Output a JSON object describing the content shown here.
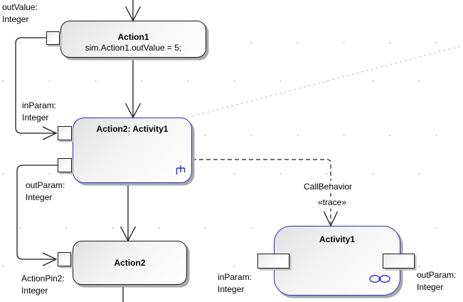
{
  "nodes": {
    "action1": {
      "name": "Action1",
      "effect": "sim.Action1.outValue = 5;"
    },
    "action2_activity1": {
      "name": "Action2: Activity1"
    },
    "action2": {
      "name": "Action2"
    },
    "activity1": {
      "name": "Activity1"
    }
  },
  "pins": {
    "out_value": {
      "name": "outValue:",
      "type": "Integer"
    },
    "in_param_top": {
      "name": "inParam:",
      "type": "Integer"
    },
    "out_param_left": {
      "name": "outParam:",
      "type": "Integer"
    },
    "action_pin2": {
      "name": "ActionPin2:",
      "type": "Integer"
    },
    "in_param_bottom": {
      "name": "inParam:",
      "type": "Integer"
    },
    "out_param_right": {
      "name": "outParam:",
      "type": "Integer"
    }
  },
  "connectors": {
    "call_behavior": {
      "label": "CallBehavior",
      "stereotype": "«trace»"
    }
  },
  "icons": {
    "rake": "call-behavior-rake-icon",
    "activity_links": "linked-circles-icon"
  },
  "colors": {
    "activity_border": "#2b2bd2",
    "action_border": "#1a1a1a",
    "connector": "#1a1a1a",
    "faint_link": "#bdbdbd",
    "shadow": "#a8a8a8",
    "grid_dot": "#c9c9c9"
  }
}
